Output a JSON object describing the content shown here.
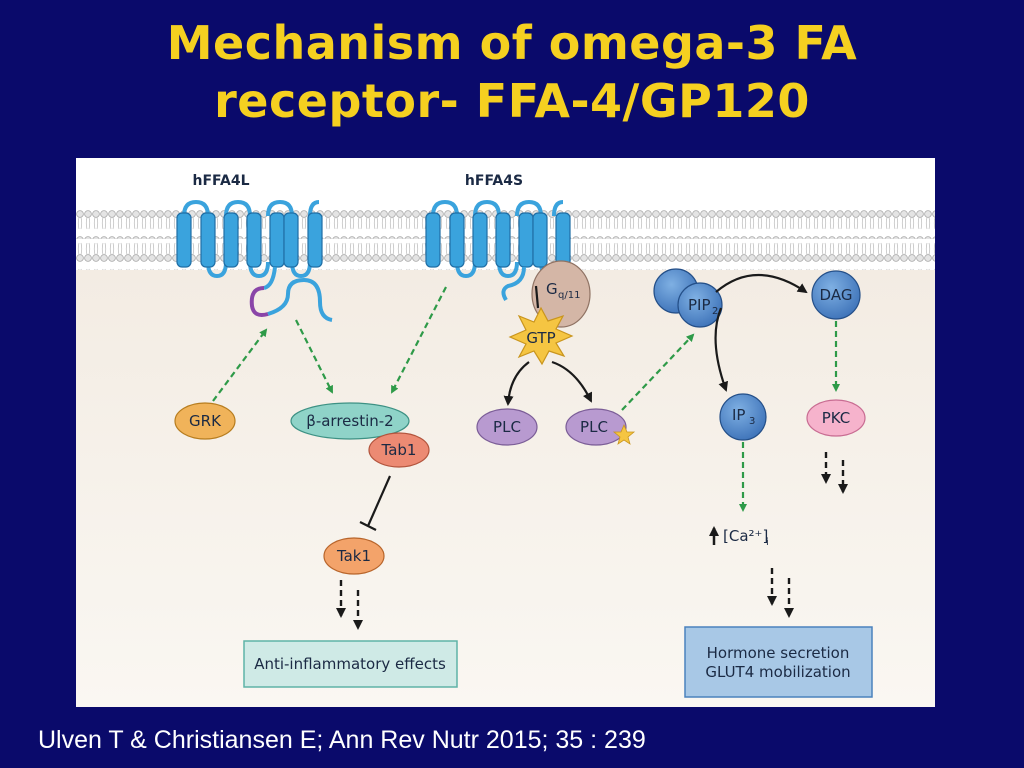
{
  "slide": {
    "title_line1": "Mechanism of omega-3 FA",
    "title_line2": "receptor- FFA-4/GP120",
    "citation": "Ulven T & Christiansen E; Ann Rev Nutr 2015; 35 : 239"
  },
  "diagram": {
    "receptors": {
      "long": "hFFA4L",
      "short": "hFFA4S"
    },
    "nodes": {
      "grk": "GRK",
      "arrestin": "β-arrestin-2",
      "tab1": "Tab1",
      "tak1": "Tak1",
      "gq_main": "G",
      "gq_sub": "q/11",
      "gtp": "GTP",
      "plc_inactive": "PLC",
      "plc_active": "PLC",
      "pip_main": "PIP",
      "pip_sub": "2",
      "dag": "DAG",
      "ip_main": "IP",
      "ip_sub": "3",
      "pkc": "PKC",
      "ca_text": "[Ca²⁺]",
      "ca_sub": "i"
    },
    "outcomes": {
      "anti_inflammatory": "Anti-inflammatory effects",
      "hormone_line1": "Hormone secretion",
      "hormone_line2": "GLUT4 mobilization"
    },
    "colors": {
      "background": "#0a0a6b",
      "title": "#f5d020",
      "receptor": "#3aa3dd",
      "grk": "#f0b35a",
      "arrestin": "#8fd3c8",
      "tab_tak": "#ec8a73",
      "plc": "#b89ad0",
      "pip_dag_ip": "#4f86c8",
      "pkc": "#f6b3cc",
      "gq": "#d4b6a6",
      "gtp": "#f5c542",
      "activation_arrow": "#2e9a48"
    }
  }
}
